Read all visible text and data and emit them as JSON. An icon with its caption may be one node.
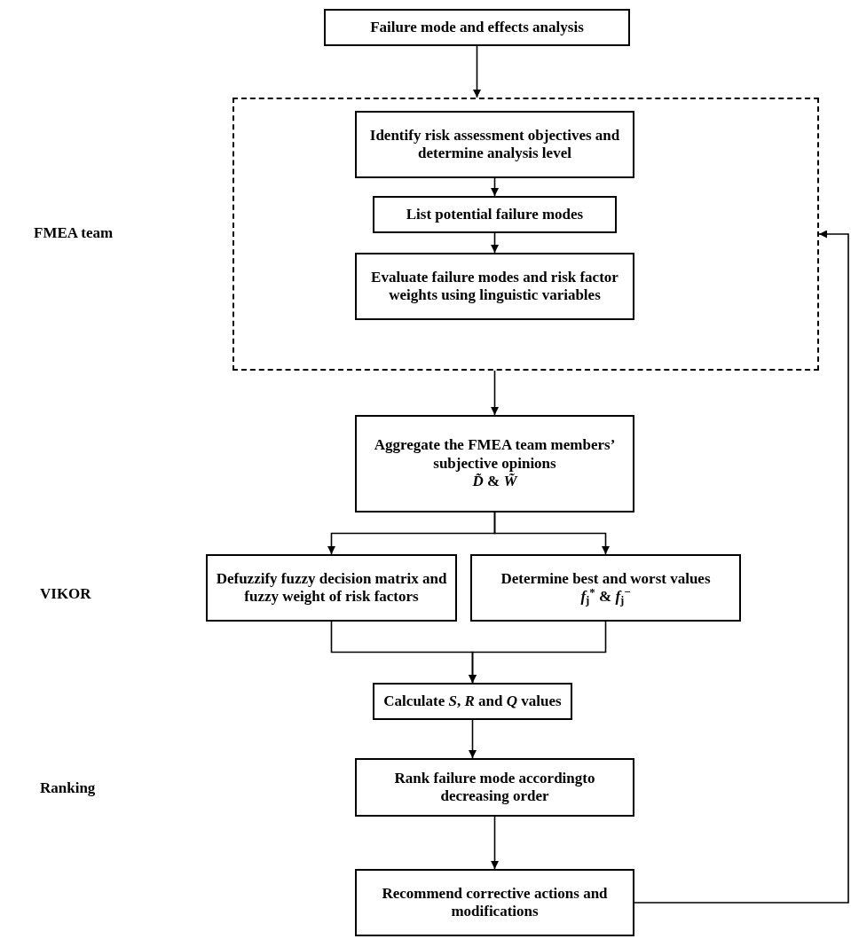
{
  "diagram": {
    "nodes": [
      {
        "text": [
          "Failure mode and effects analysis"
        ]
      },
      {
        "text": [],
        "shape": "box"
      },
      {
        "text": [
          "Identify risk assessment objectives and determine analysis level"
        ],
        "in": 1
      },
      {
        "text": [
          "List potential failure modes"
        ],
        "in": 1
      },
      {
        "text": [
          "Evaluate failure modes and risk factor weights using linguistic variables"
        ],
        "in": 1
      },
      {
        "text": [
          "Aggregate the FMEA team members’ subjective opinions",
          "*D̃* & *W̃*"
        ]
      },
      {
        "text": [
          "Defuzzify fuzzy decision matrix and fuzzy weight of risk factors"
        ]
      },
      {
        "text": [
          "Determine best and worst values",
          "*f*$_{j}$$^{*}$ & *f*$_{j}$$^{−}$"
        ]
      },
      {
        "text": [
          "Calculate *S*, *R* and *Q* values"
        ]
      },
      {
        "text": [
          "Rank failure mode accordingto decreasing order"
        ]
      },
      {
        "text": [
          "Recommend corrective actions and modifications"
        ]
      }
    ],
    "edges": [
      {
        "from": 0,
        "to": 1,
        "arrow": "to"
      },
      {
        "from": 2,
        "to": 3,
        "arrow": "to"
      },
      {
        "from": 3,
        "to": 4,
        "arrow": "to"
      },
      {
        "from": 1,
        "to": 5,
        "arrow": "to"
      },
      {
        "from": 5,
        "to": 6,
        "arrow": "to"
      },
      {
        "from": 5,
        "to": 7,
        "arrow": "to"
      },
      {
        "from": 6,
        "to": 8,
        "arrow": "to"
      },
      {
        "from": 7,
        "to": 8,
        "arrow": "to"
      },
      {
        "from": 8,
        "to": 9,
        "arrow": "to"
      },
      {
        "from": 9,
        "to": 10,
        "arrow": "to"
      },
      {
        "from": 10,
        "to": 1,
        "arrow": "to"
      }
    ],
    "labels": [
      "FMEA team",
      "VIKOR",
      "Ranking"
    ]
  }
}
